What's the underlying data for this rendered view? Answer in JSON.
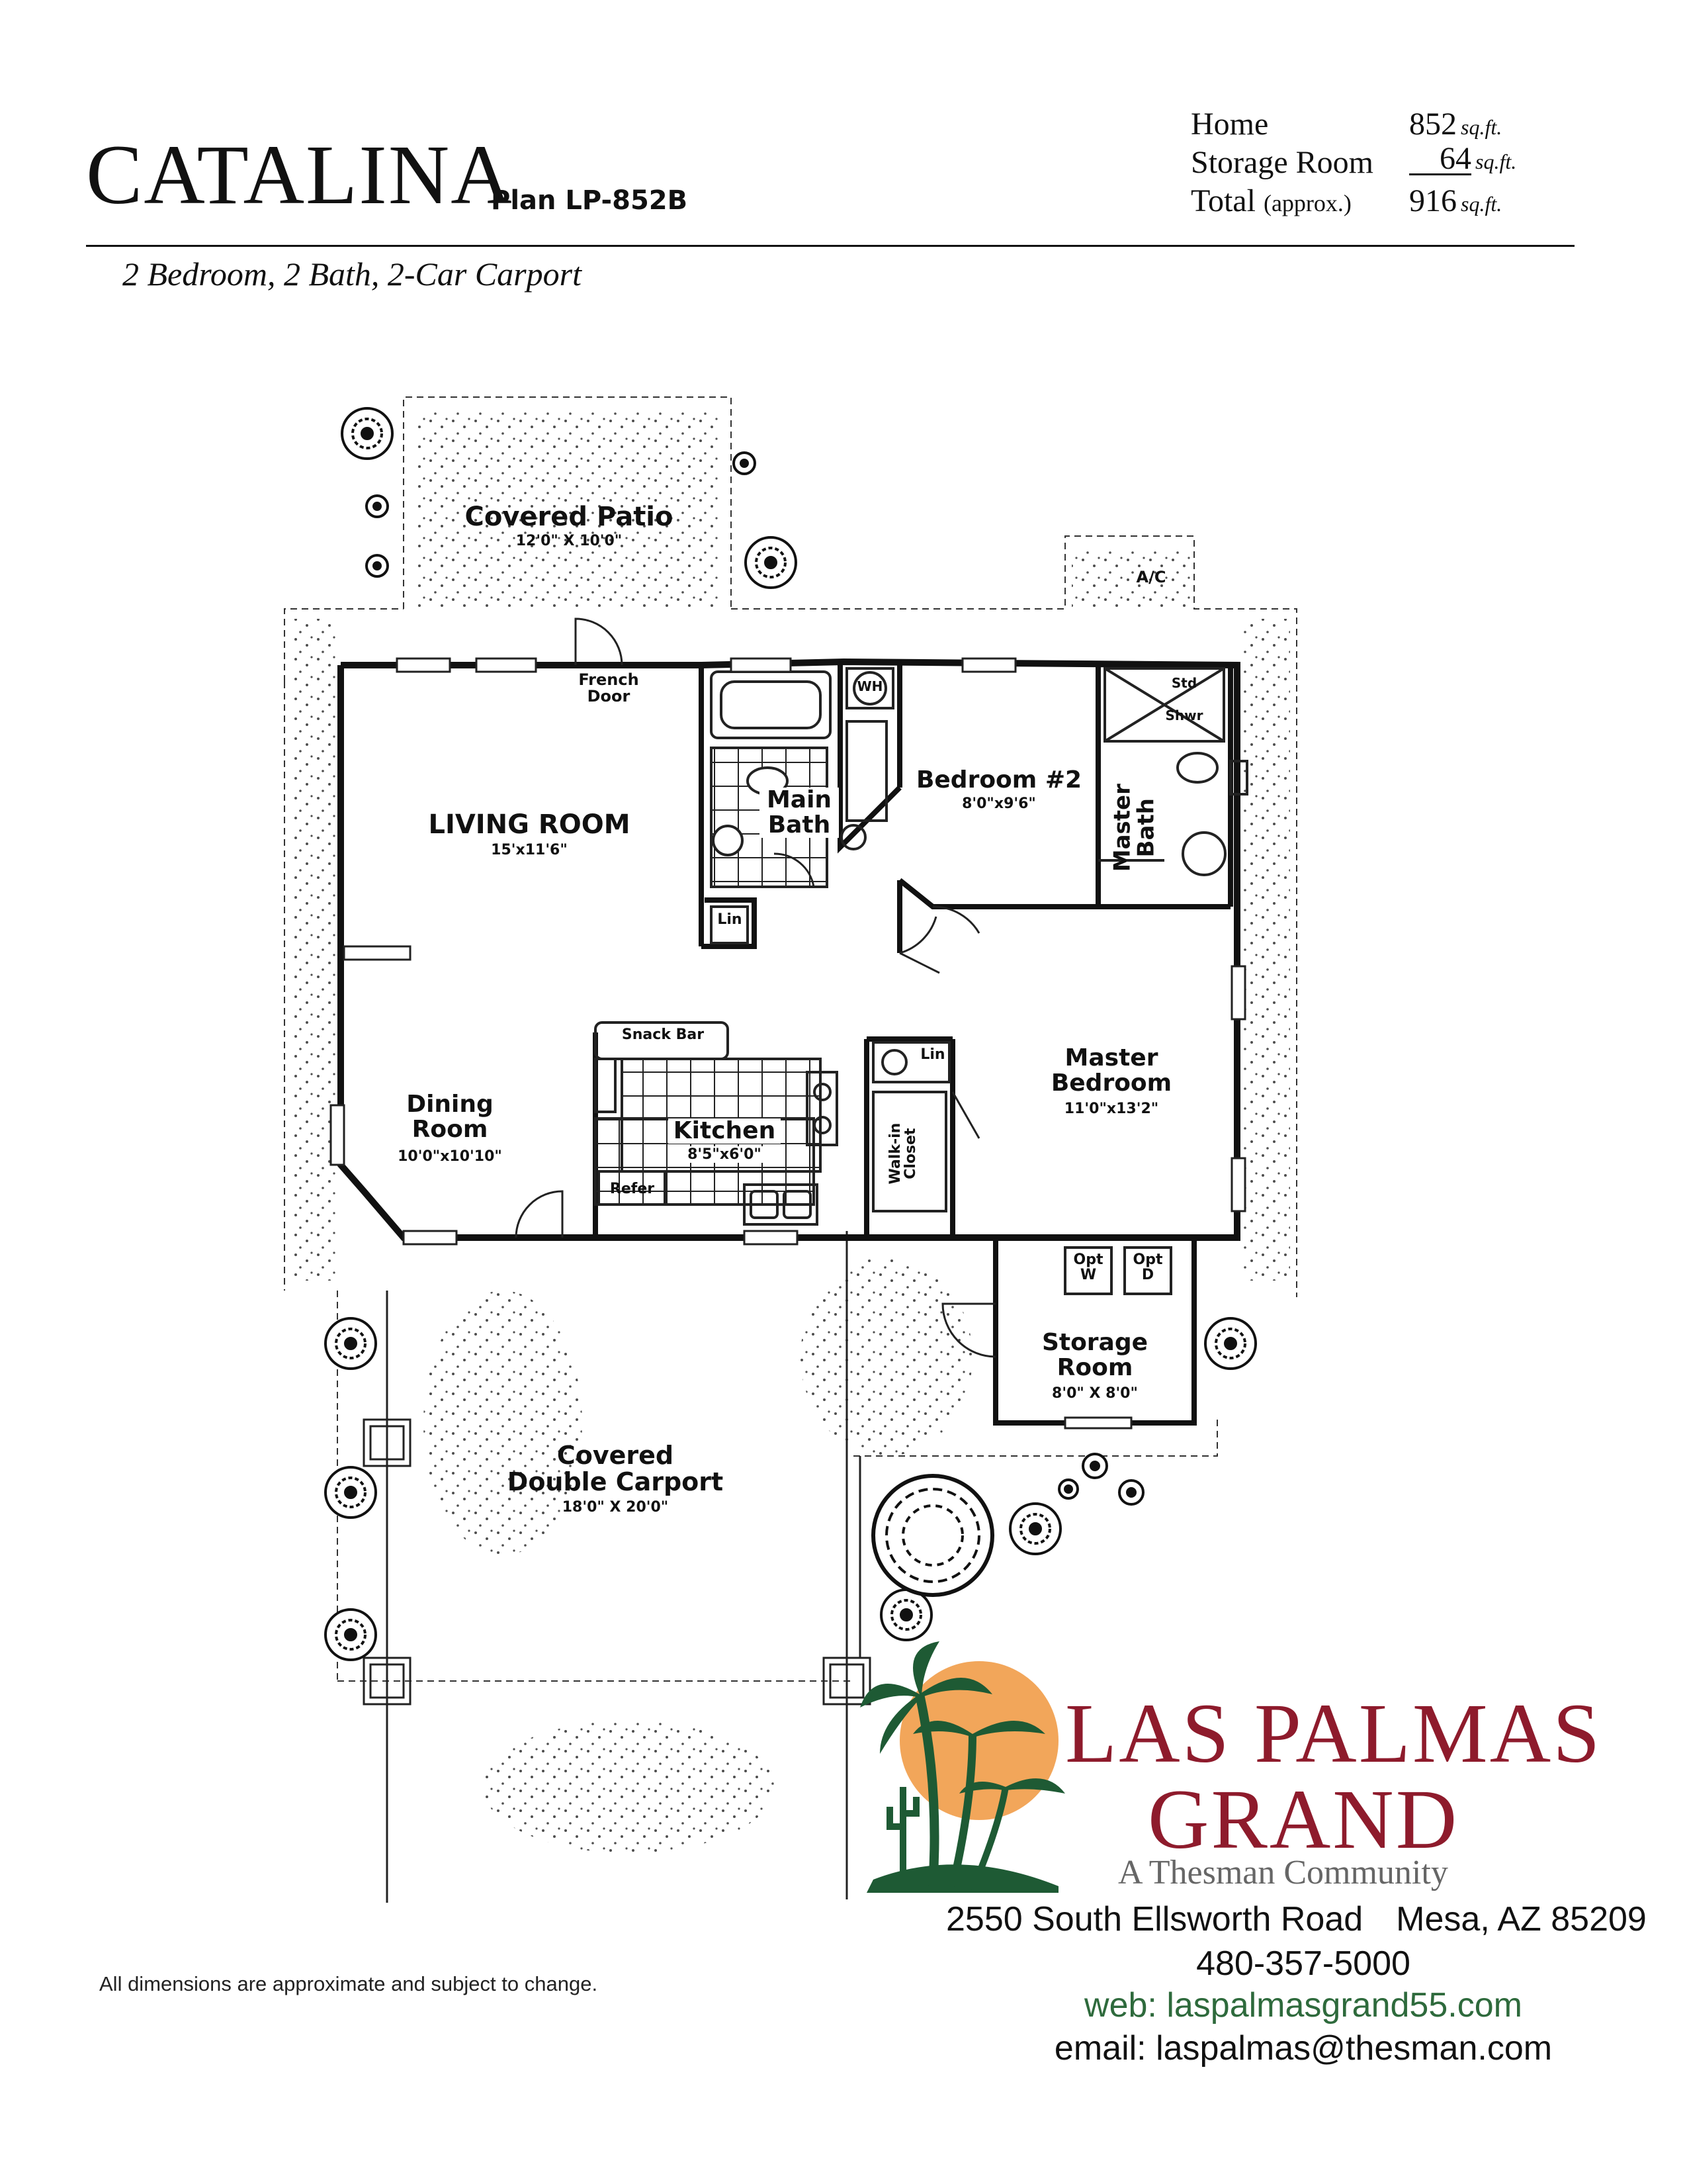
{
  "header": {
    "title": "CATALINA",
    "plan": "Plan LP-852B",
    "subtitle": "2 Bedroom, 2 Bath, 2-Car Carport"
  },
  "area": {
    "rows": [
      {
        "label": "Home",
        "value": "852",
        "unit": "sq.ft."
      },
      {
        "label": "Storage Room",
        "value": "64",
        "unit": "sq.ft."
      },
      {
        "label": "Total",
        "label_note": "(approx.)",
        "value": "916",
        "unit": "sq.ft."
      }
    ]
  },
  "rooms": {
    "covered_patio": {
      "name": "Covered Patio",
      "dim": "12'0\" X 10'0\""
    },
    "ac": "A/C",
    "french_door": {
      "line1": "French",
      "line2": "Door"
    },
    "wh": "WH",
    "living_room": {
      "name": "LIVING ROOM",
      "dim": "15'x11'6\""
    },
    "main_bath": {
      "line1": "Main",
      "line2": "Bath"
    },
    "lin1": "Lin",
    "lin2": "Lin",
    "bedroom2": {
      "name": "Bedroom #2",
      "dim": "8'0\"x9'6\""
    },
    "std_shwr": {
      "line1": "Std",
      "line2": "Shwr"
    },
    "master_bath": "Master Bath",
    "snack_bar": "Snack Bar",
    "dining_room": {
      "line1": "Dining",
      "line2": "Room",
      "dim": "10'0\"x10'10\""
    },
    "kitchen": {
      "name": "Kitchen",
      "dim": "8'5\"x6'0\""
    },
    "refer": "Refer",
    "walk_in_closet": {
      "line1": "Walk-in",
      "line2": "Closet"
    },
    "master_bedroom": {
      "line1": "Master",
      "line2": "Bedroom",
      "dim": "11'0\"x13'2\""
    },
    "opt_w": {
      "line1": "Opt",
      "line2": "W"
    },
    "opt_d": {
      "line1": "Opt",
      "line2": "D"
    },
    "storage_room": {
      "line1": "Storage",
      "line2": "Room",
      "dim": "8'0\" X 8'0\""
    },
    "carport": {
      "line1": "Covered",
      "line2": "Double Carport",
      "dim": "18'0\" X 20'0\""
    }
  },
  "brand": {
    "line1": "LAS PALMAS",
    "line2": "GRAND",
    "tagline": "A Thesman Community",
    "address": "2550 South Ellsworth Road",
    "city": "Mesa, AZ 85209",
    "phone": "480-357-5000",
    "web": "web: laspalmasgrand55.com",
    "email": "email: laspalmas@thesman.com",
    "colors": {
      "brand_red": "#8e1b2c",
      "palm_green": "#1e5a34",
      "sun_orange": "#f2a65a",
      "web_green": "#2e6a3c"
    }
  },
  "disclaimer": "All dimensions are approximate and subject to change."
}
